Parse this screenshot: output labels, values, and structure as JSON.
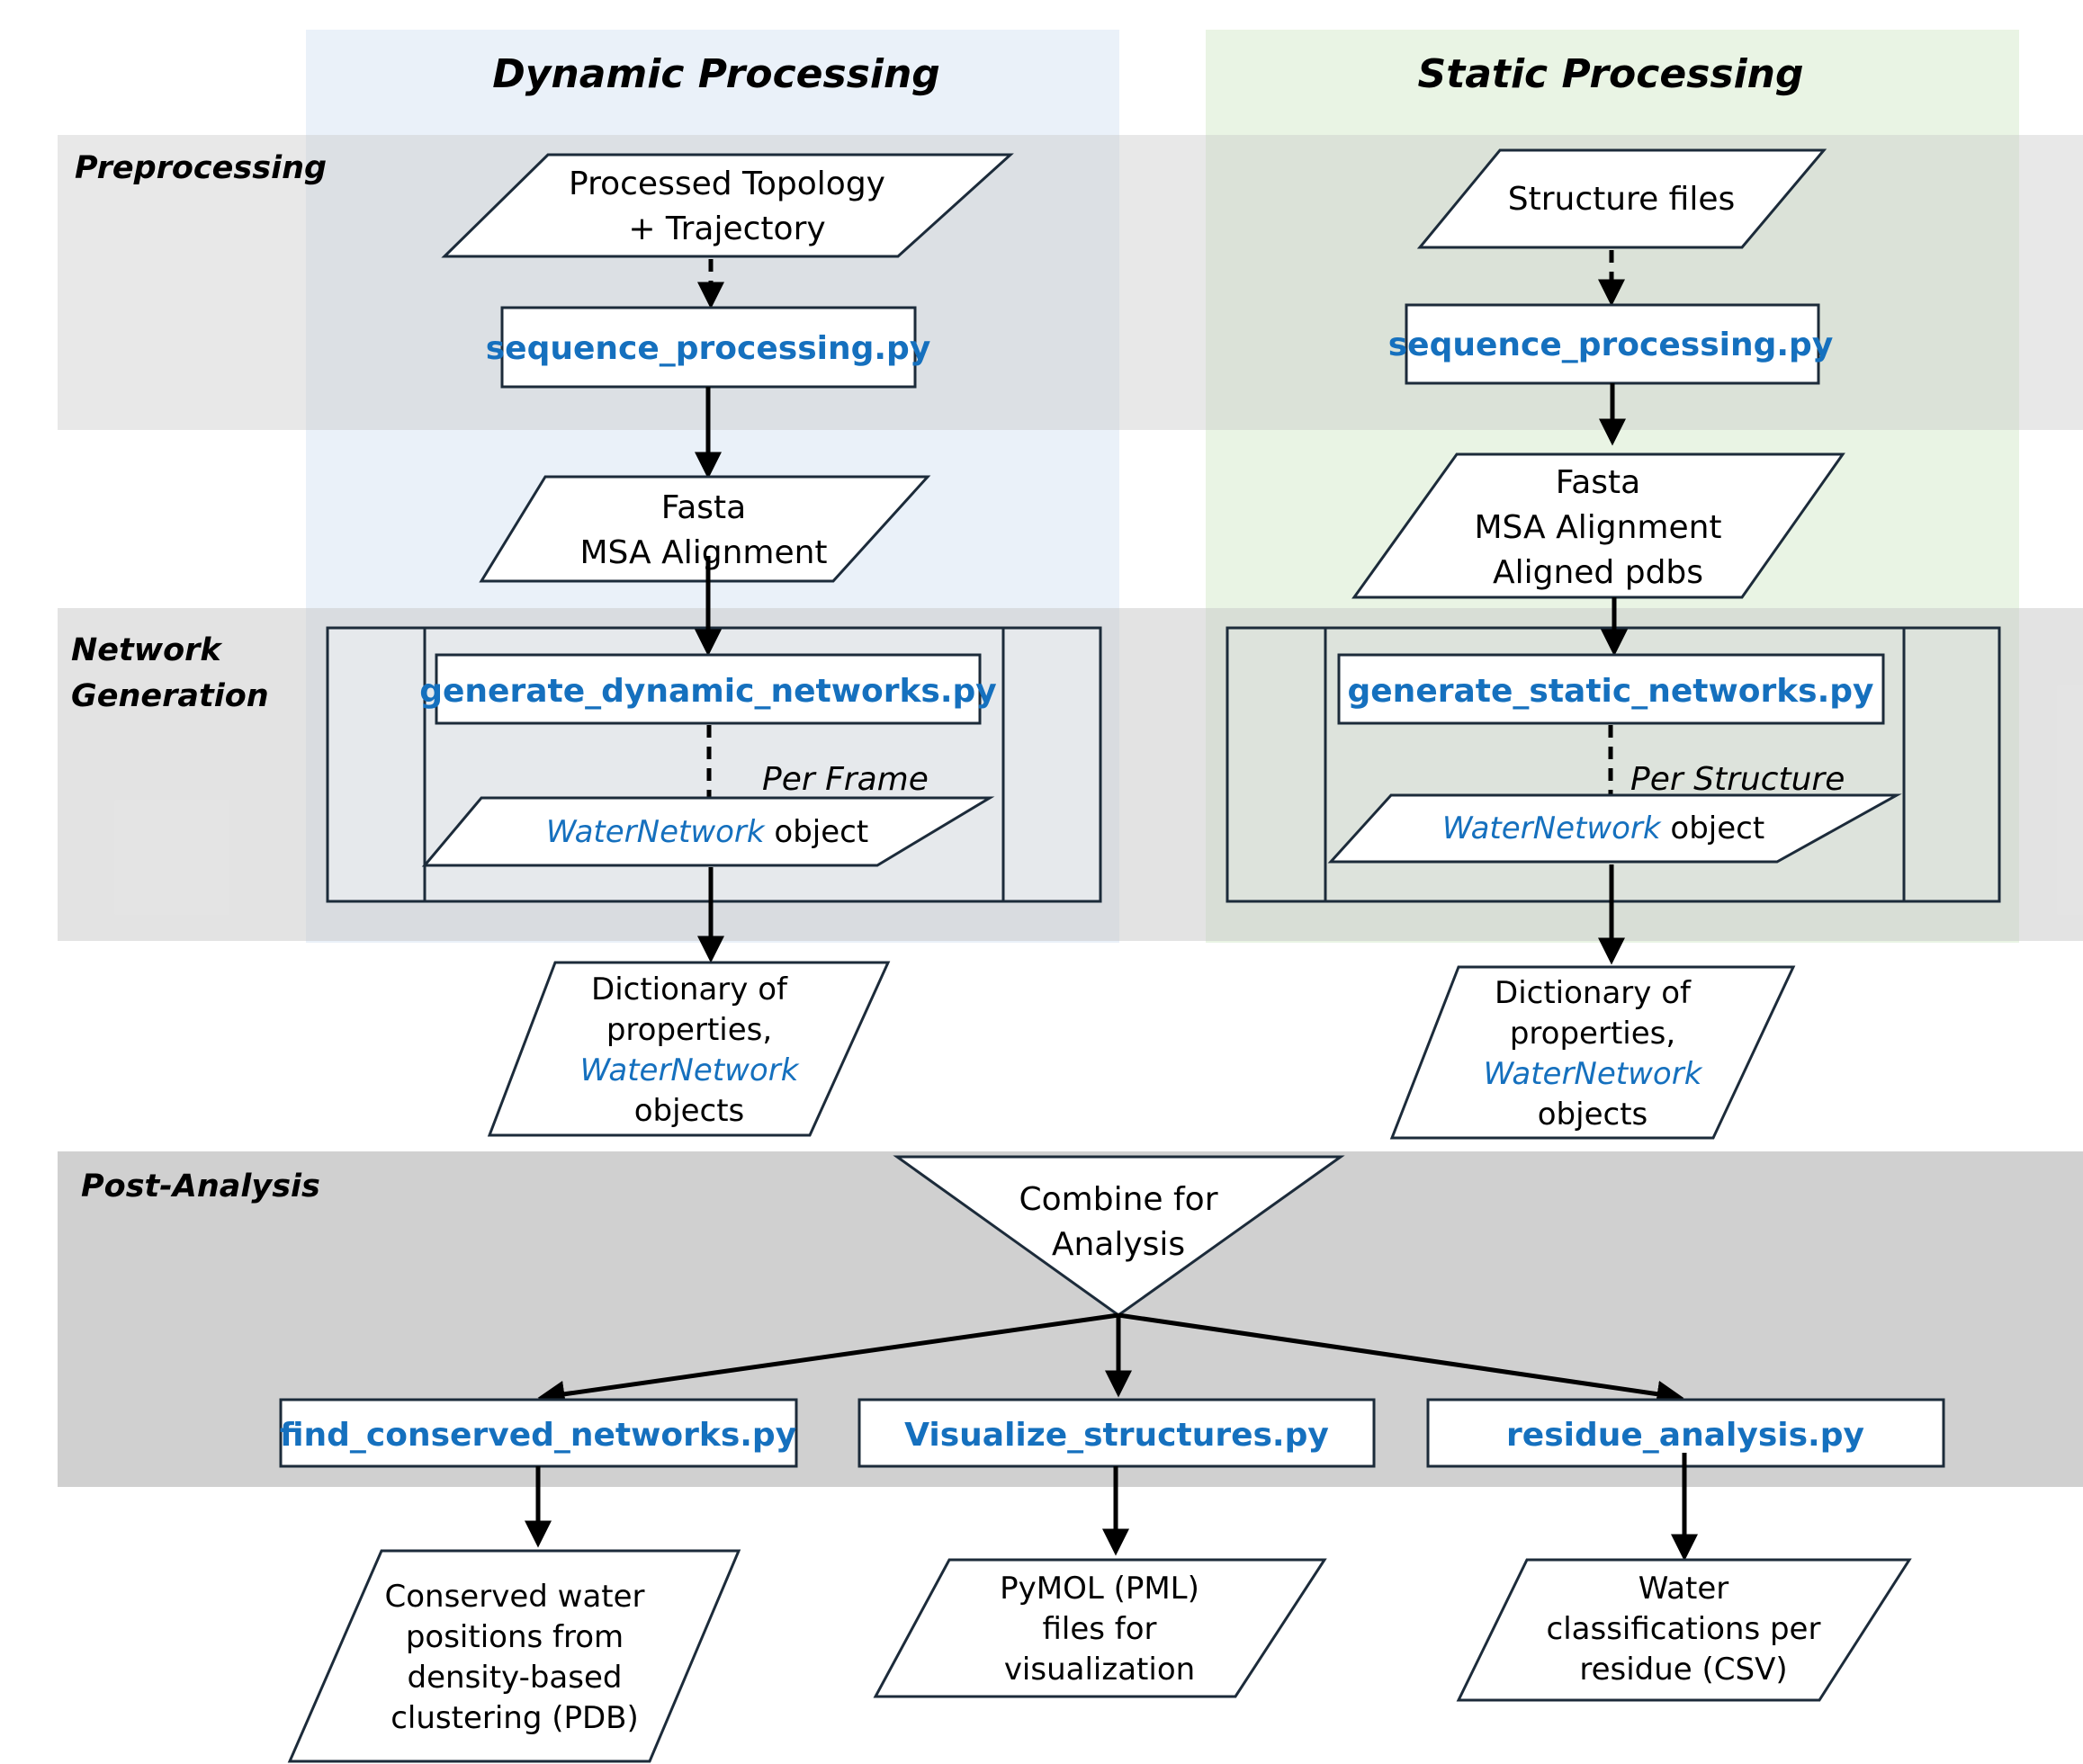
{
  "columns": {
    "dynamic": {
      "title": "Dynamic Processing"
    },
    "static": {
      "title": "Static Processing"
    }
  },
  "bands": {
    "preprocessing": "Preprocessing",
    "network_generation": [
      "Network",
      "Generation"
    ],
    "post_analysis": "Post-Analysis"
  },
  "dynamic": {
    "input": [
      "Processed Topology",
      "+ Trajectory"
    ],
    "seq_script": "sequence_processing.py",
    "fasta": [
      "Fasta",
      "MSA Alignment"
    ],
    "gen_script": "generate_dynamic_networks.py",
    "loop_label": "Per Frame",
    "object_name": "WaterNetwork",
    "object_suffix": " object",
    "dict_line1": "Dictionary of",
    "dict_line2": "properties,",
    "dict_line3": "WaterNetwork",
    "dict_line4": "objects"
  },
  "static": {
    "input": "Structure files",
    "seq_script": "sequence_processing.py",
    "fasta": [
      "Fasta",
      "MSA Alignment",
      "Aligned pdbs"
    ],
    "gen_script": "generate_static_networks.py",
    "loop_label": "Per Structure",
    "object_name": "WaterNetwork",
    "object_suffix": " object",
    "dict_line1": "Dictionary of",
    "dict_line2": "properties,",
    "dict_line3": "WaterNetwork",
    "dict_line4": "objects"
  },
  "combine": [
    "Combine for",
    "Analysis"
  ],
  "scripts": {
    "conserved": "find_conserved_networks.py",
    "visualize": "Visualize_structures.py",
    "residue": "residue_analysis.py"
  },
  "outputs": {
    "conserved": [
      "Conserved water",
      "positions from",
      "density-based",
      "clustering (PDB)"
    ],
    "visualize": [
      "PyMOL (PML)",
      "files for",
      "visualization"
    ],
    "residue": [
      "Water",
      "classifications per",
      "residue (CSV)"
    ]
  },
  "colors": {
    "script_text": "#1570be",
    "dynamic_column_bg": "#eaf1f9",
    "static_column_bg": "#e9f4e4",
    "band_bg": "#c8c8c8",
    "shape_stroke": "#1c2b3a"
  }
}
